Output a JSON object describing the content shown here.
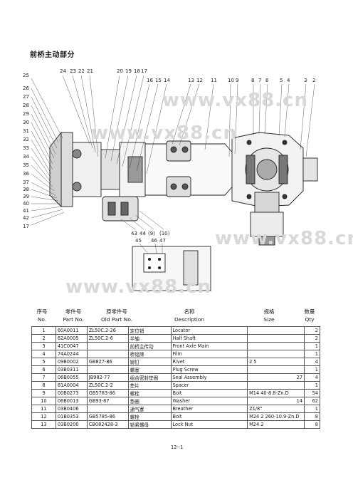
{
  "page_title": "前桥主动部分",
  "drawing": {
    "callouts_top": [
      "24",
      "23",
      "22",
      "21",
      "20",
      "19",
      "18",
      "17",
      "16",
      "15",
      "14",
      "13",
      "12",
      "11",
      "10",
      "9",
      "8",
      "7",
      "6",
      "5",
      "4",
      "3",
      "2"
    ],
    "callouts_left": [
      "25",
      "26",
      "27",
      "28",
      "29",
      "30",
      "31",
      "32",
      "33",
      "34",
      "35",
      "36",
      "37",
      "38",
      "39",
      "40",
      "41",
      "42",
      "17"
    ],
    "callouts_bottom": [
      "43",
      "44",
      "(9)",
      "(10)"
    ],
    "callouts_detail": [
      "45",
      "46",
      "47"
    ]
  },
  "watermark": "www.vx88.cn",
  "table": {
    "headers": [
      {
        "zh": "序号",
        "en": "No."
      },
      {
        "zh": "零件号",
        "en": "Part No."
      },
      {
        "zh": "原零件号",
        "en": "Old Part No."
      },
      {
        "zh": "名称",
        "en": "Description"
      },
      {
        "zh": "规格",
        "en": "Size"
      },
      {
        "zh": "数量",
        "en": "Qty"
      }
    ],
    "rows": [
      {
        "no": "1",
        "part": "60A0011",
        "old": "ZL50C.2-26",
        "zh": "定位销",
        "en": "Locator",
        "size": "",
        "qty": "2"
      },
      {
        "no": "2",
        "part": "62A0005",
        "old": "ZL50C.2-6",
        "zh": "半轴",
        "en": "Half Shaft",
        "size": "",
        "qty": "2"
      },
      {
        "no": "3",
        "part": "41C0047",
        "old": "",
        "zh": "前桥主传动",
        "en": "Front Axle Main",
        "size": "",
        "qty": "1"
      },
      {
        "no": "4",
        "part": "74A0244",
        "old": "",
        "zh": "桥铭牌",
        "en": "Film",
        "size": "",
        "qty": "1"
      },
      {
        "no": "5",
        "part": "09B0002",
        "old": "GB827-86",
        "zh": "铆钉",
        "en": "Rivet",
        "size": "2   5",
        "qty": "4"
      },
      {
        "no": "6",
        "part": "03B0311",
        "old": "",
        "zh": "螺塞",
        "en": "Plug Screw",
        "size": "",
        "qty": "1"
      },
      {
        "no": "7",
        "part": "06B0055",
        "old": "JB982-77",
        "zh": "组合密封垫圈",
        "en": "Seal Assembly",
        "size": "27",
        "qty": "4"
      },
      {
        "no": "8",
        "part": "81A0004",
        "old": "ZL50C.2-2",
        "zh": "垫片",
        "en": "Spacer",
        "size": "",
        "qty": "1"
      },
      {
        "no": "9",
        "part": "00B0273",
        "old": "GB5783-86",
        "zh": "螺栓",
        "en": "Bolt",
        "size": "M14   40-8.8-Zn.D",
        "qty": "54"
      },
      {
        "no": "10",
        "part": "06B0013",
        "old": "GB93-87",
        "zh": "垫圈",
        "en": "Washer",
        "size": "14",
        "qty": "62"
      },
      {
        "no": "11",
        "part": "03B0406",
        "old": "",
        "zh": "通气塞",
        "en": "Breather",
        "size": "Z1/8\"",
        "qty": "1"
      },
      {
        "no": "12",
        "part": "01B0353",
        "old": "GB5785-86",
        "zh": "螺栓",
        "en": "Bolt",
        "size": "M24   2   260-10.9-Zn.D",
        "qty": "8"
      },
      {
        "no": "13",
        "part": "03B0200",
        "old": "CB082428-3",
        "zh": "锁紧螺母",
        "en": "Lock Nut",
        "size": "M24   2",
        "qty": "8"
      }
    ]
  },
  "page_number": "12--1"
}
